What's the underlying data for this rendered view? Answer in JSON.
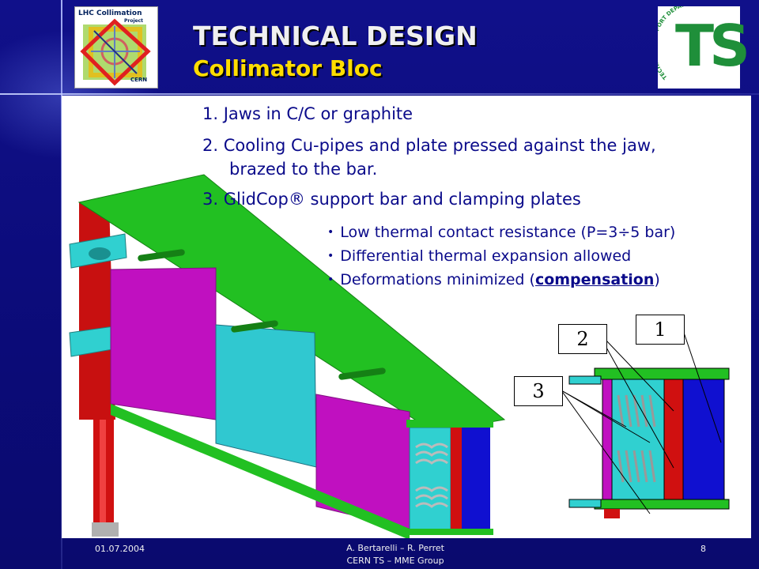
{
  "header": {
    "title": "TECHNICAL DESIGN",
    "subtitle": "Collimator Bloc"
  },
  "logos": {
    "left": {
      "line1": "LHC Collimation",
      "line2": "Project",
      "line3": "CERN"
    },
    "right": {
      "monogram": "TS",
      "arc_text": "TECHNICAL SUPPORT DEPARTMENT"
    }
  },
  "items": [
    {
      "text": "1. Jaws in C/C or graphite"
    },
    {
      "text": "2. Cooling Cu-pipes and plate pressed against the jaw,",
      "continuation": "brazed to the bar."
    },
    {
      "text": "3. GlidCop® support bar and clamping plates"
    }
  ],
  "bullets": [
    {
      "text": "Low thermal contact resistance (P=3÷5 bar)"
    },
    {
      "text": "Differential thermal expansion allowed"
    },
    {
      "prefix": "Deformations minimized (",
      "link": "compensation",
      "suffix": ")"
    }
  ],
  "callouts": [
    "1",
    "2",
    "3"
  ],
  "footer": {
    "date": "01.07.2004",
    "authors": "A. Bertarelli – R. Perret",
    "group": "CERN TS – MME Group",
    "page": "8"
  },
  "colors": {
    "background": "#0c0c7a",
    "title": "#f0f0f0",
    "subtitle": "#ffdd00",
    "body_text": "#0a0a8a",
    "jaw_blue": "#1010d0",
    "copper_red": "#d01010",
    "support_green": "#22c022",
    "clamp_magenta": "#c010c0",
    "pipe_cyan": "#30d0d0"
  }
}
